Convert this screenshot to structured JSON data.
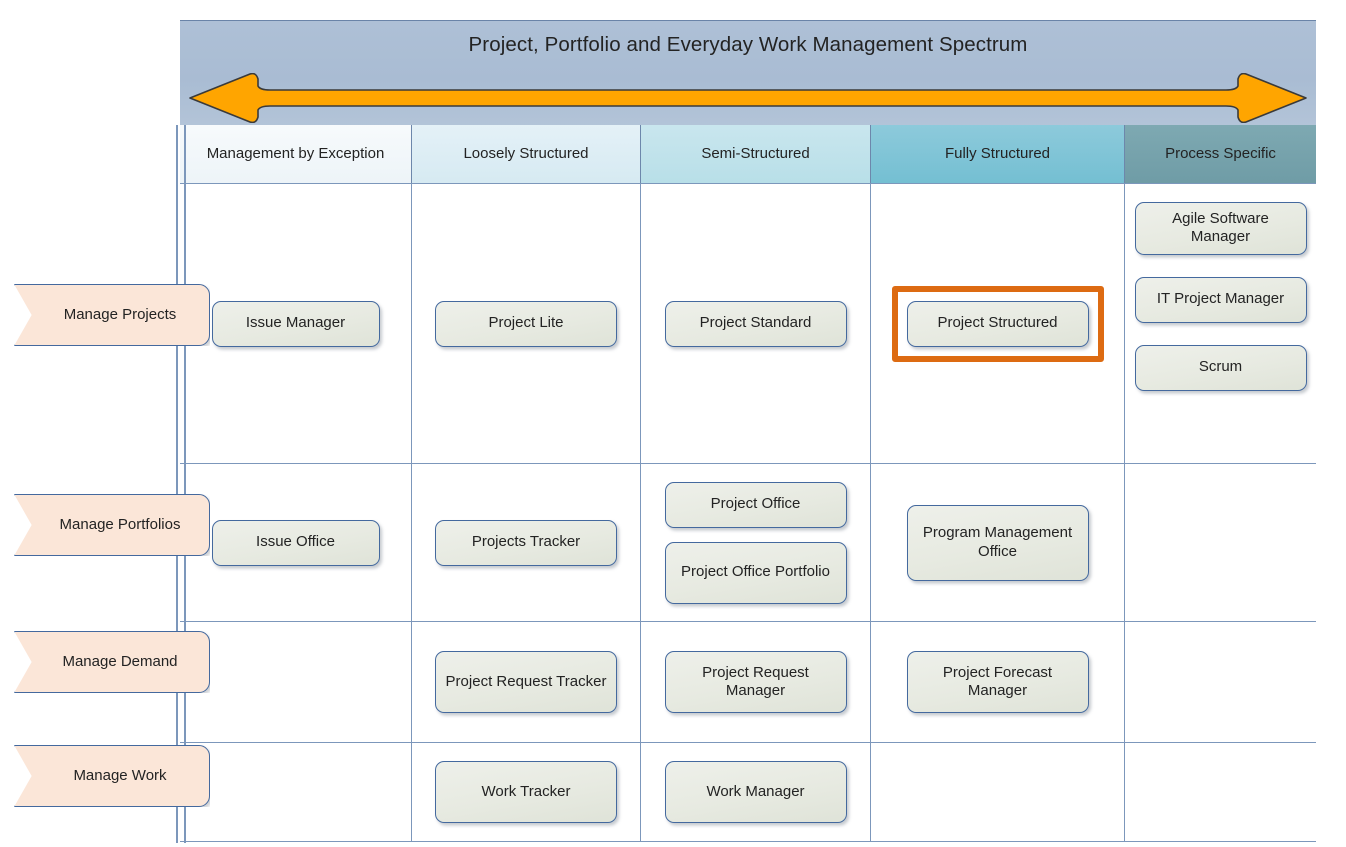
{
  "diagram": {
    "title": "Project, Portfolio and Everyday Work Management Spectrum",
    "arrow_icon": "double-headed-horizontal-arrow",
    "accent_color": "#FFA500",
    "highlight_color": "#DD6B12",
    "title_band_color": "#A9BCD3",
    "node_fill_color": "#E7EAE1",
    "node_border_color": "#44699E",
    "row_label_fill_color": "#FBE6D8"
  },
  "columns": [
    {
      "label": "Management by Exception",
      "header_color": "#F2F7FA"
    },
    {
      "label": "Loosely Structured",
      "header_color": "#DDEEF4"
    },
    {
      "label": "Semi-Structured",
      "header_color": "#BFE2EA"
    },
    {
      "label": "Fully Structured",
      "header_color": "#7FC4D6"
    },
    {
      "label": "Process Specific",
      "header_color": "#76A2AC"
    }
  ],
  "rows": [
    {
      "label": "Manage Projects",
      "cells": [
        {
          "nodes": [
            {
              "label": "Issue Manager",
              "highlighted": false
            }
          ]
        },
        {
          "nodes": [
            {
              "label": "Project Lite",
              "highlighted": false
            }
          ]
        },
        {
          "nodes": [
            {
              "label": "Project Standard",
              "highlighted": false
            }
          ]
        },
        {
          "nodes": [
            {
              "label": "Project Structured",
              "highlighted": true
            }
          ]
        },
        {
          "nodes": [
            {
              "label": "Agile Software Manager",
              "highlighted": false
            },
            {
              "label": "IT Project Manager",
              "highlighted": false
            },
            {
              "label": "Scrum",
              "highlighted": false
            }
          ]
        }
      ]
    },
    {
      "label": "Manage Portfolios",
      "cells": [
        {
          "nodes": [
            {
              "label": "Issue Office",
              "highlighted": false
            }
          ]
        },
        {
          "nodes": [
            {
              "label": "Projects Tracker",
              "highlighted": false
            }
          ]
        },
        {
          "nodes": [
            {
              "label": "Project Office",
              "highlighted": false
            },
            {
              "label": "Project Office Portfolio",
              "highlighted": false
            }
          ]
        },
        {
          "nodes": [
            {
              "label": "Program Management Office",
              "highlighted": false
            }
          ]
        },
        {
          "nodes": []
        }
      ]
    },
    {
      "label": "Manage Demand",
      "cells": [
        {
          "nodes": []
        },
        {
          "nodes": [
            {
              "label": "Project Request Tracker",
              "highlighted": false
            }
          ]
        },
        {
          "nodes": [
            {
              "label": "Project Request Manager",
              "highlighted": false
            }
          ]
        },
        {
          "nodes": [
            {
              "label": "Project Forecast Manager",
              "highlighted": false
            }
          ]
        },
        {
          "nodes": []
        }
      ]
    },
    {
      "label": "Manage Work",
      "cells": [
        {
          "nodes": []
        },
        {
          "nodes": [
            {
              "label": "Work Tracker",
              "highlighted": false
            }
          ]
        },
        {
          "nodes": [
            {
              "label": "Work Manager",
              "highlighted": false
            }
          ]
        },
        {
          "nodes": []
        },
        {
          "nodes": []
        }
      ]
    }
  ]
}
